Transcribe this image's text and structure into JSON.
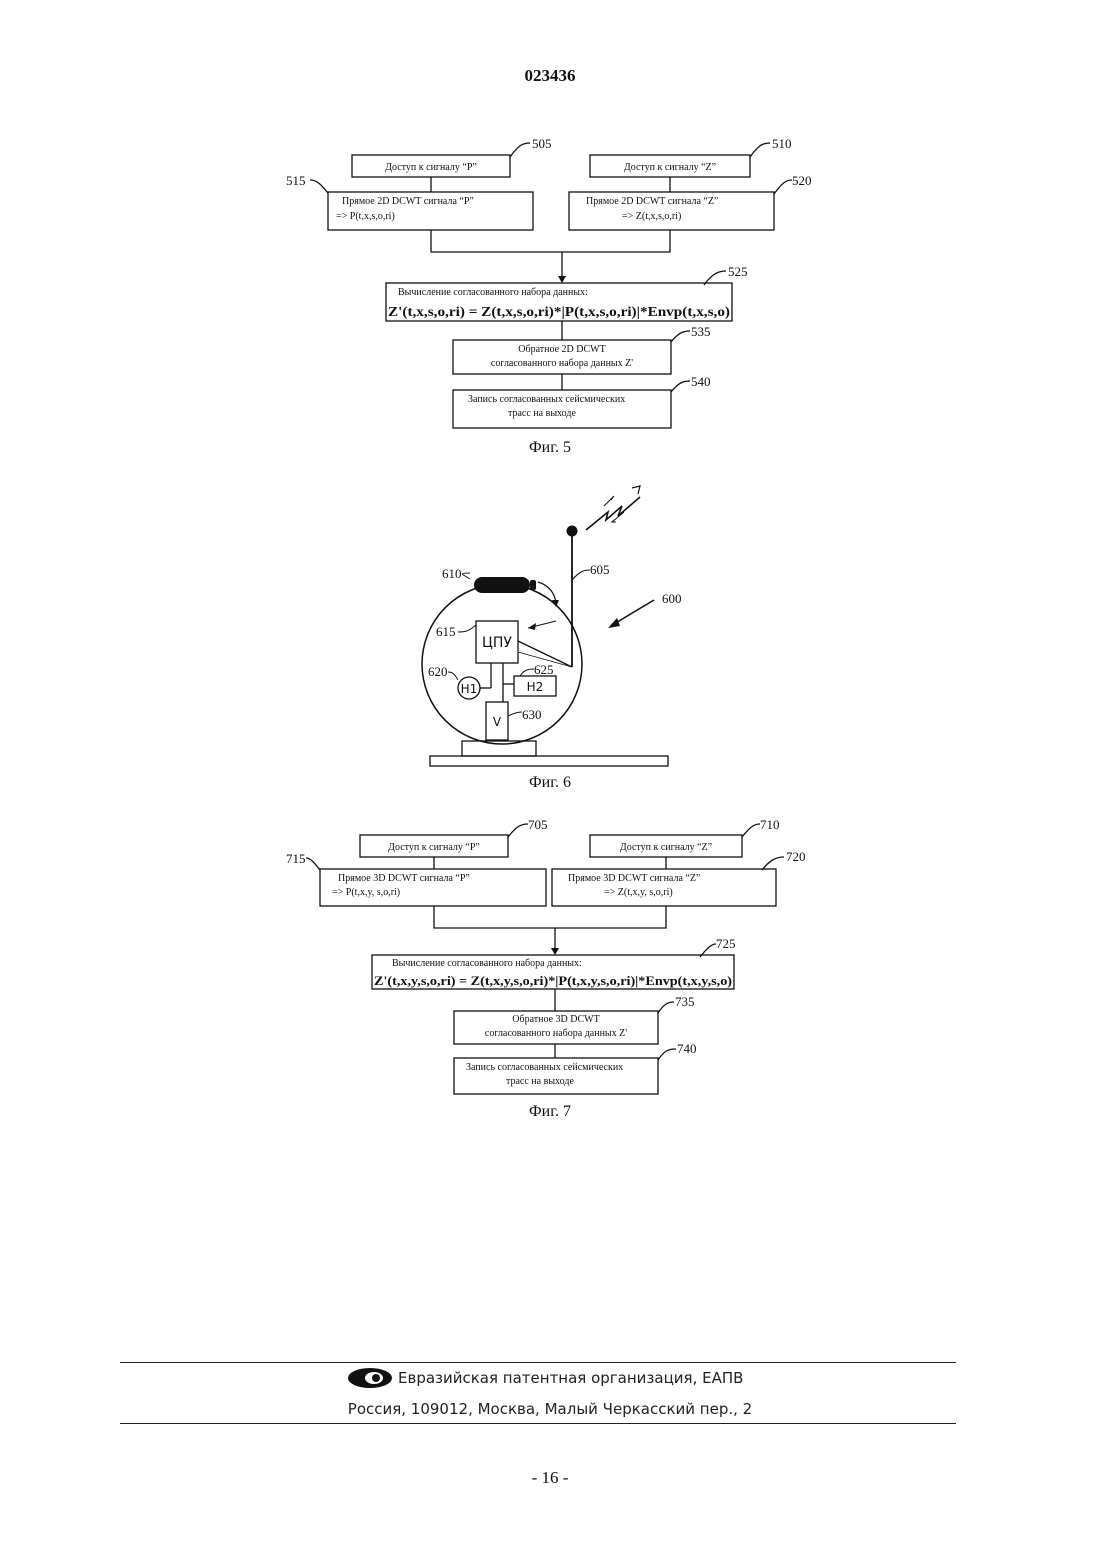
{
  "header": {
    "doc_number": "023436"
  },
  "fig5": {
    "caption": "Фиг. 5",
    "b505": {
      "ref": "505",
      "text": "Доступ к сигналу “P”"
    },
    "b510": {
      "ref": "510",
      "text": "Доступ к сигналу “Z”"
    },
    "b515": {
      "ref": "515",
      "line1": "Прямое 2D DCWT сигнала “P”",
      "line2": "=> P(t,x,s,o,ri)"
    },
    "b520": {
      "ref": "520",
      "line1": "Прямое 2D DCWT сигнала “Z”",
      "line2": "=> Z(t,x,s,o,ri)"
    },
    "b525": {
      "ref": "525",
      "line1": "Вычисление согласованного набора данных:",
      "formula": "Z'(t,x,s,o,ri) = Z(t,x,s,o,ri)*|P(t,x,s,o,ri)|*Envp(t,x,s,o)"
    },
    "b535": {
      "ref": "535",
      "line1": "Обратное 2D DCWT",
      "line2": "согласованного набора данных Z'"
    },
    "b540": {
      "ref": "540",
      "line1": "Запись согласованных сейсмических",
      "line2": "трасс на выходе"
    }
  },
  "fig6": {
    "caption": "Фиг. 6",
    "cpu_label": "ЦПУ",
    "h1_label": "H1",
    "h2_label": "H2",
    "v_label": "V",
    "ref600": "600",
    "ref605": "605",
    "ref610": "610",
    "ref615": "615",
    "ref620": "620",
    "ref625": "625",
    "ref630": "630"
  },
  "fig7": {
    "caption": "Фиг. 7",
    "b705": {
      "ref": "705",
      "text": "Доступ к сигналу “P”"
    },
    "b710": {
      "ref": "710",
      "text": "Доступ к сигналу “Z”"
    },
    "b715": {
      "ref": "715",
      "line1": "Прямое 3D DCWT сигнала “P”",
      "line2": "=> P(t,x,y, s,o,ri)"
    },
    "b720": {
      "ref": "720",
      "line1": "Прямое 3D DCWT сигнала “Z”",
      "line2": "=> Z(t,x,y, s,o,ri)"
    },
    "b725": {
      "ref": "725",
      "line1": "Вычисление согласованного набора данных:",
      "formula": "Z'(t,x,y,s,o,ri) = Z(t,x,y,s,o,ri)*|P(t,x,y,s,o,ri)|*Envp(t,x,y,s,o)"
    },
    "b735": {
      "ref": "735",
      "line1": "Обратное 3D DCWT",
      "line2": "согласованного набора данных Z'"
    },
    "b740": {
      "ref": "740",
      "line1": "Запись согласованных сейсмических",
      "line2": "трасс на выходе"
    }
  },
  "footer": {
    "org": "Евразийская патентная организация, ЕАПВ",
    "address": "Россия, 109012, Москва, Малый Черкасский пер., 2",
    "page": "- 16 -"
  }
}
